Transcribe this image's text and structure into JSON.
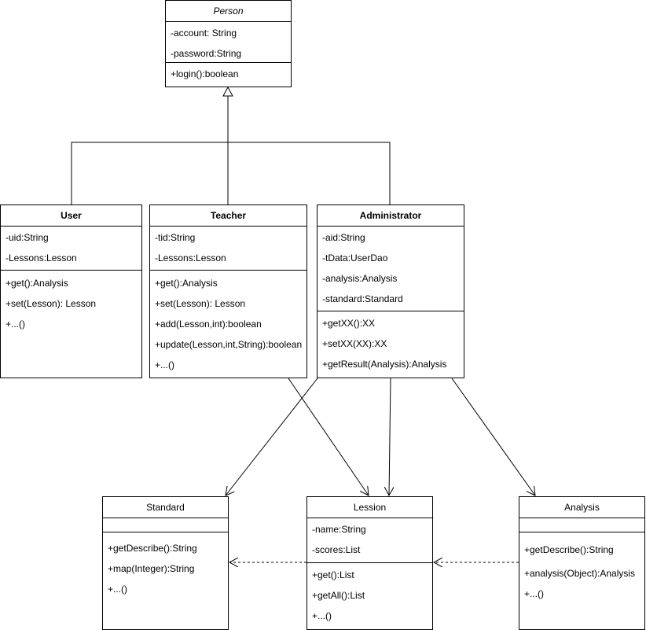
{
  "classes": {
    "person": {
      "name": "Person",
      "attributes": [
        "-account: String",
        "-password:String"
      ],
      "methods": [
        "+login():boolean"
      ]
    },
    "user": {
      "name": "User",
      "attributes": [
        "-uid:String",
        "-Lessons:Lesson"
      ],
      "methods": [
        "+get():Analysis",
        "+set(Lesson): Lesson",
        "+...()"
      ]
    },
    "teacher": {
      "name": "Teacher",
      "attributes": [
        "-tid:String",
        "-Lessons:Lesson"
      ],
      "methods": [
        "+get():Analysis",
        "+set(Lesson): Lesson",
        "+add(Lesson,int):boolean",
        "+update(Lesson,int,String):boolean",
        "+...()"
      ]
    },
    "administrator": {
      "name": "Administrator",
      "attributes": [
        "-aid:String",
        "-tData:UserDao",
        "-analysis:Analysis",
        "-standard:Standard"
      ],
      "methods": [
        "+getXX():XX",
        "+setXX(XX):XX",
        "+getResult(Analysis):Analysis"
      ]
    },
    "standard": {
      "name": "Standard",
      "attributes": [],
      "methods": [
        "+getDescribe():String",
        "+map(Integer):String",
        "+...()"
      ]
    },
    "lession": {
      "name": "Lession",
      "attributes": [
        "-name:String",
        "-scores:List"
      ],
      "methods": [
        "+get():List",
        "+getAll():List",
        "+...()"
      ]
    },
    "analysis": {
      "name": "Analysis",
      "attributes": [],
      "methods": [
        "+getDescribe():String",
        "+analysis(Object):Analysis",
        "+...()"
      ]
    }
  }
}
